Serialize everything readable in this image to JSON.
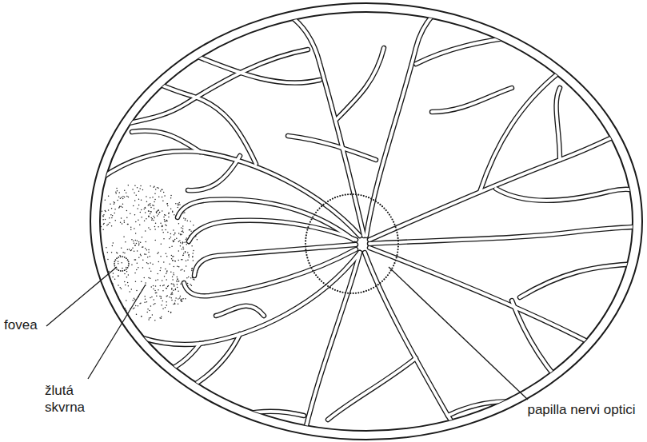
{
  "diagram": {
    "labels": [
      "fovea",
      "žlutá skvrna",
      "papilla nervi optici"
    ]
  }
}
